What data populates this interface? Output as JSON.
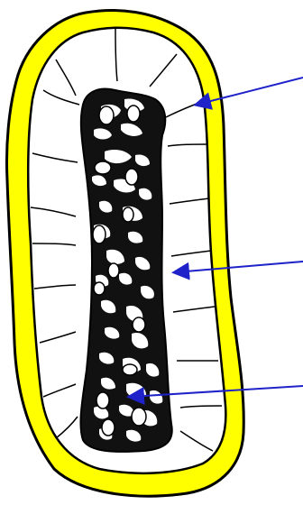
{
  "diagram": {
    "colors": {
      "background": "#ffffff",
      "outer_layer_fill": "#ffff00",
      "outline": "#000000",
      "inner_tissue_fill": "#ffffff",
      "core_fill": "#111111",
      "core_spots": "#ffffff",
      "arrow": "#1e22c8"
    },
    "pointer_arrows": [
      {
        "id": "arrow-outer-layer",
        "label_text": ""
      },
      {
        "id": "arrow-inner-cells",
        "label_text": ""
      },
      {
        "id": "arrow-central-core",
        "label_text": ""
      }
    ]
  }
}
